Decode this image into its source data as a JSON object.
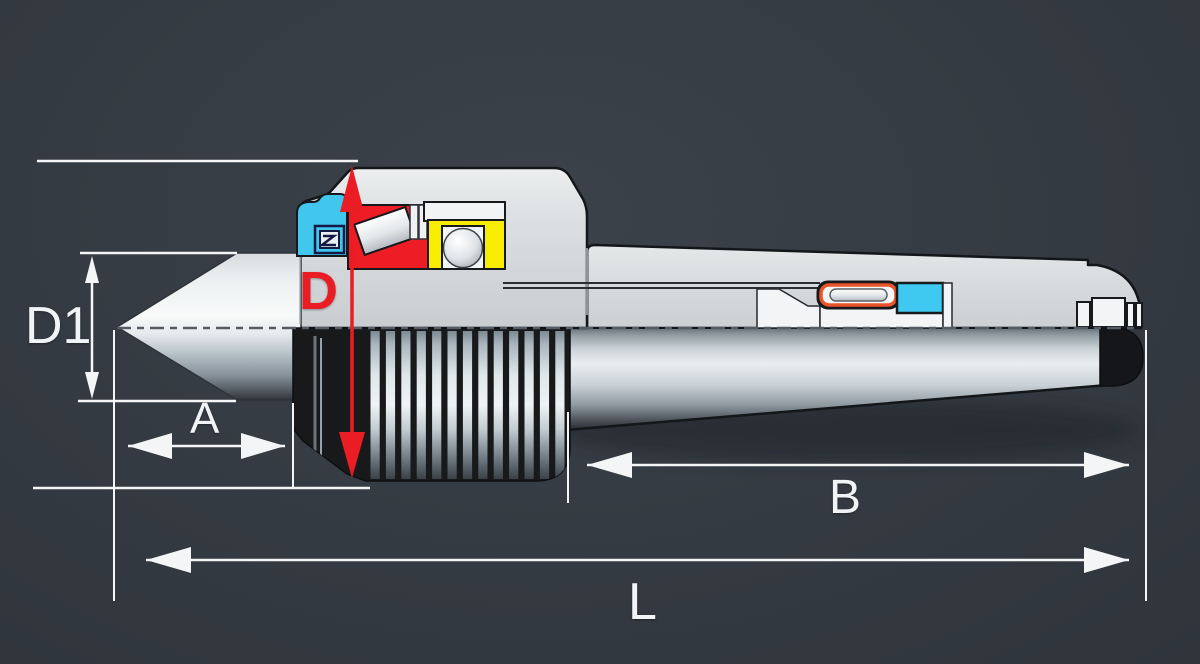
{
  "figure": {
    "description": "Cross-section technical drawing of a revolving lathe live centre with dimension callouts",
    "dimension_labels": {
      "d1": "D1",
      "a": "A",
      "d": "D",
      "b": "B",
      "l": "L"
    },
    "colors": {
      "background": "#31373d",
      "dimension_lines": "#f3f5f6",
      "dimension_d_accent": "#ea1c24",
      "bearing_red": "#ee1c25",
      "bearing_yellow": "#f8ec00",
      "seal_cyan": "#41c6ee",
      "needle_bearing_orange": "#e8552b",
      "body_light": "#d9dcde",
      "thread_dark": "#17191b"
    }
  }
}
